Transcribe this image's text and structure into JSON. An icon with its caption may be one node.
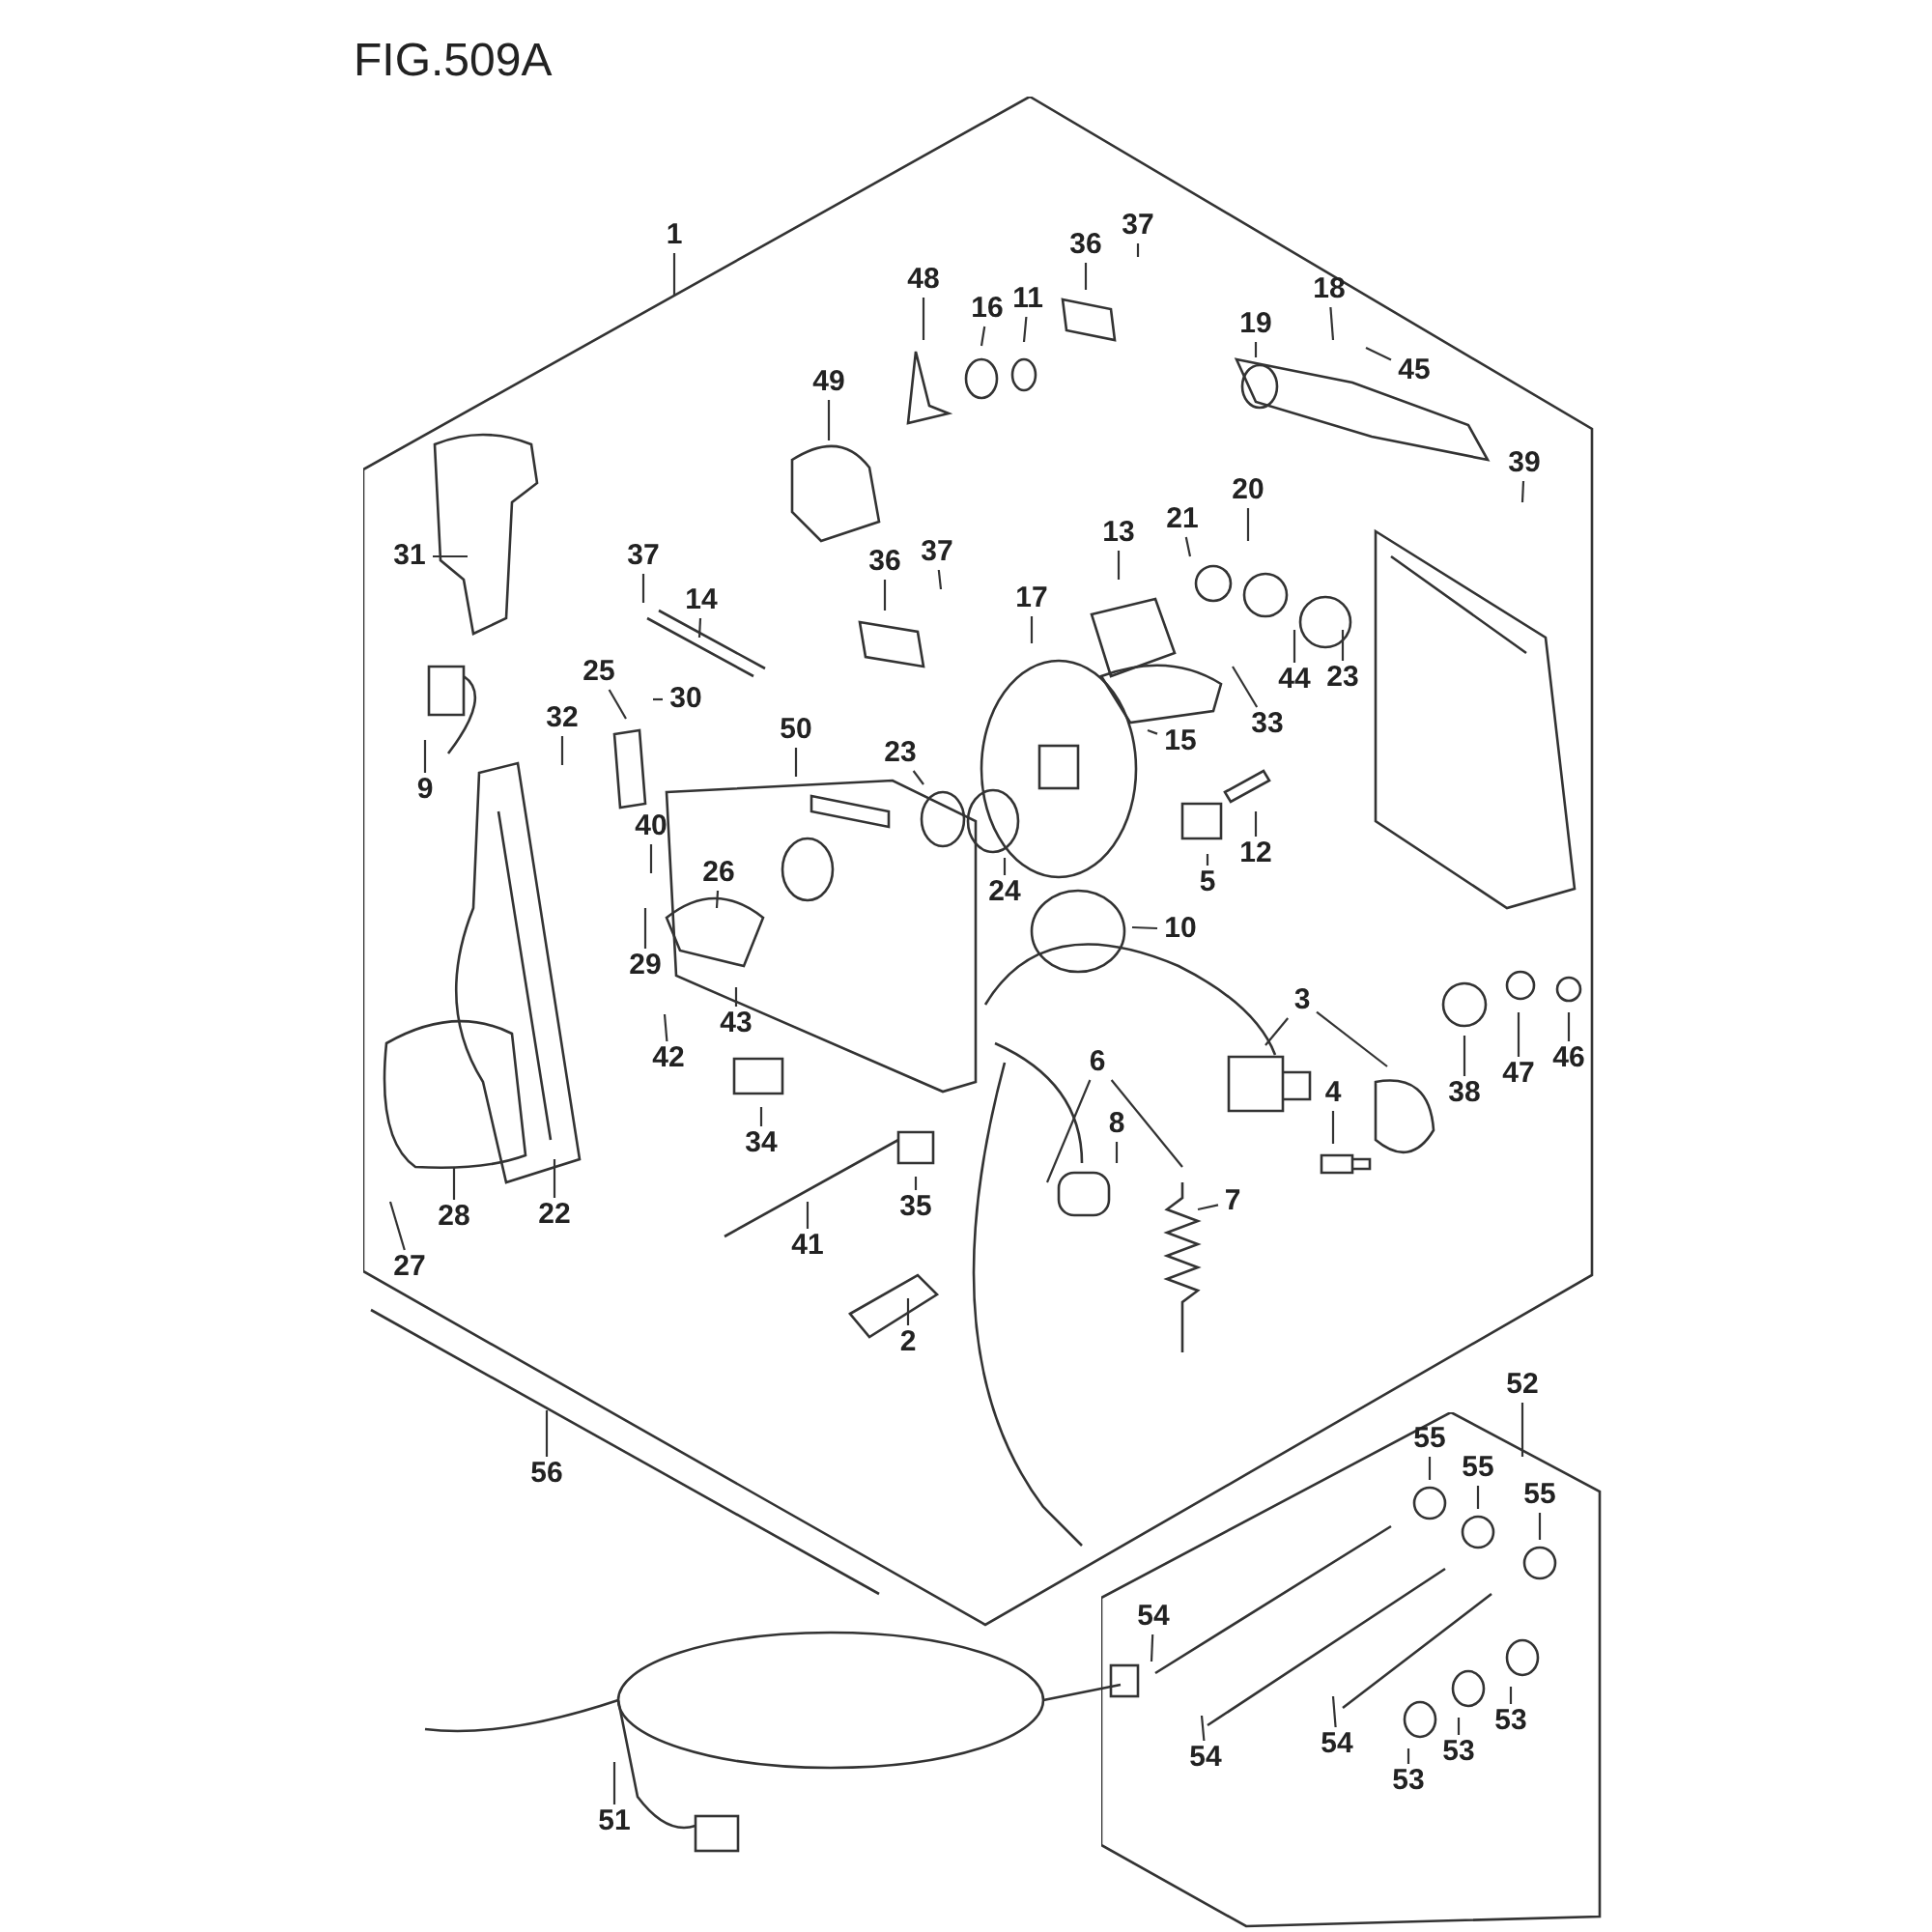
{
  "diagram": {
    "title": "FIG.509A",
    "nodes": [
      {
        "text": [],
        "shape": "hexagon"
      },
      {
        "text": [
          "1"
        ]
      },
      {
        "text": [
          "48"
        ],
        "in": 0
      },
      {
        "text": [
          "16"
        ],
        "in": 0
      },
      {
        "text": [
          "11"
        ],
        "in": 0
      },
      {
        "text": [
          "36"
        ],
        "in": 0
      },
      {
        "text": [
          "37"
        ],
        "in": 0
      },
      {
        "text": [
          "19"
        ],
        "in": 0
      },
      {
        "text": [
          "18"
        ],
        "in": 0
      },
      {
        "text": [
          "49"
        ],
        "in": 0
      },
      {
        "text": [
          "45"
        ],
        "in": 0
      },
      {
        "text": [
          "39"
        ],
        "in": 0
      },
      {
        "text": [
          "31"
        ],
        "in": 0
      },
      {
        "text": [
          "37"
        ],
        "in": 0
      },
      {
        "text": [
          "14"
        ],
        "in": 0
      },
      {
        "text": [
          "36"
        ],
        "in": 0
      },
      {
        "text": [
          "37"
        ],
        "in": 0
      },
      {
        "text": [
          "13"
        ],
        "in": 0
      },
      {
        "text": [
          "21"
        ],
        "in": 0
      },
      {
        "text": [
          "20"
        ],
        "in": 0
      },
      {
        "text": [
          "17"
        ],
        "in": 0
      },
      {
        "text": [
          "25"
        ],
        "in": 0
      },
      {
        "text": [
          "30"
        ],
        "in": 0
      },
      {
        "text": [
          "32"
        ],
        "in": 0
      },
      {
        "text": [
          "44"
        ],
        "in": 0
      },
      {
        "text": [
          "23"
        ],
        "in": 0
      },
      {
        "text": [
          "50"
        ],
        "in": 0
      },
      {
        "text": [
          "9"
        ],
        "in": 0
      },
      {
        "text": [
          "23"
        ],
        "in": 0
      },
      {
        "text": [
          "33"
        ],
        "in": 0
      },
      {
        "text": [
          "15"
        ],
        "in": 0
      },
      {
        "text": [
          "40"
        ],
        "in": 0
      },
      {
        "text": [
          "26"
        ],
        "in": 0
      },
      {
        "text": [
          "24"
        ],
        "in": 0
      },
      {
        "text": [
          "5"
        ],
        "in": 0
      },
      {
        "text": [
          "12"
        ],
        "in": 0
      },
      {
        "text": [
          "10"
        ],
        "in": 0
      },
      {
        "text": [
          "29"
        ],
        "in": 0
      },
      {
        "text": [
          "43"
        ],
        "in": 0
      },
      {
        "text": [
          "42"
        ],
        "in": 0
      },
      {
        "text": [
          "3"
        ],
        "in": 0
      },
      {
        "text": [
          "6"
        ],
        "in": 0
      },
      {
        "text": [
          "4"
        ],
        "in": 0
      },
      {
        "text": [
          "8"
        ],
        "in": 0
      },
      {
        "text": [
          "38"
        ],
        "in": 0
      },
      {
        "text": [
          "47"
        ],
        "in": 0
      },
      {
        "text": [
          "46"
        ],
        "in": 0
      },
      {
        "text": [
          "7"
        ],
        "in": 0
      },
      {
        "text": [
          "34"
        ],
        "in": 0
      },
      {
        "text": [
          "35"
        ],
        "in": 0
      },
      {
        "text": [
          "22"
        ],
        "in": 0
      },
      {
        "text": [
          "28"
        ],
        "in": 0
      },
      {
        "text": [
          "41"
        ],
        "in": 0
      },
      {
        "text": [
          "27"
        ],
        "in": 0
      },
      {
        "text": [
          "2"
        ],
        "in": 0
      },
      {
        "text": [
          "56"
        ]
      },
      {
        "text": [],
        "shape": "hexagon"
      },
      {
        "text": [
          "52"
        ]
      },
      {
        "text": [
          "55"
        ],
        "in": 56
      },
      {
        "text": [
          "55"
        ],
        "in": 56
      },
      {
        "text": [
          "55"
        ],
        "in": 56
      },
      {
        "text": [
          "54"
        ],
        "in": 56
      },
      {
        "text": [
          "53"
        ],
        "in": 56
      },
      {
        "text": [
          "54"
        ],
        "in": 56
      },
      {
        "text": [
          "53"
        ],
        "in": 56
      },
      {
        "text": [
          "54"
        ],
        "in": 56
      },
      {
        "text": [
          "53"
        ],
        "in": 56
      },
      {
        "text": [
          "51"
        ]
      }
    ],
    "edges": [
      {
        "from": 1,
        "to": 0,
        "arrow": "none"
      },
      {
        "from": 2,
        "to": null,
        "arrow": "none"
      },
      {
        "from": 3,
        "to": null,
        "arrow": "none"
      },
      {
        "from": 4,
        "to": null,
        "arrow": "none"
      },
      {
        "from": 5,
        "to": null,
        "arrow": "none"
      },
      {
        "from": 6,
        "to": null,
        "arrow": "none"
      },
      {
        "from": 7,
        "to": null,
        "arrow": "none"
      },
      {
        "from": 8,
        "to": null,
        "arrow": "none"
      },
      {
        "from": 9,
        "to": null,
        "arrow": "none"
      },
      {
        "from": 10,
        "to": null,
        "arrow": "none"
      },
      {
        "from": 11,
        "to": null,
        "arrow": "none"
      },
      {
        "from": 12,
        "to": null,
        "arrow": "none"
      },
      {
        "from": 13,
        "to": null,
        "arrow": "none"
      },
      {
        "from": 14,
        "to": null,
        "arrow": "none"
      },
      {
        "from": 15,
        "to": null,
        "arrow": "none"
      },
      {
        "from": 16,
        "to": null,
        "arrow": "none"
      },
      {
        "from": 17,
        "to": null,
        "arrow": "none"
      },
      {
        "from": 18,
        "to": null,
        "arrow": "none"
      },
      {
        "from": 19,
        "to": null,
        "arrow": "none"
      },
      {
        "from": 20,
        "to": null,
        "arrow": "none"
      },
      {
        "from": 21,
        "to": null,
        "arrow": "none"
      },
      {
        "from": 22,
        "to": null,
        "arrow": "none"
      },
      {
        "from": 23,
        "to": null,
        "arrow": "none"
      },
      {
        "from": 24,
        "to": null,
        "arrow": "none"
      },
      {
        "from": 25,
        "to": null,
        "arrow": "none"
      },
      {
        "from": 26,
        "to": null,
        "arrow": "none"
      },
      {
        "from": 27,
        "to": null,
        "arrow": "none"
      },
      {
        "from": 28,
        "to": null,
        "arrow": "none"
      },
      {
        "from": 29,
        "to": null,
        "arrow": "none"
      },
      {
        "from": 30,
        "to": null,
        "arrow": "none"
      },
      {
        "from": 31,
        "to": null,
        "arrow": "none"
      },
      {
        "from": 32,
        "to": null,
        "arrow": "none"
      },
      {
        "from": 33,
        "to": null,
        "arrow": "none"
      },
      {
        "from": 34,
        "to": null,
        "arrow": "none"
      },
      {
        "from": 35,
        "to": null,
        "arrow": "none"
      },
      {
        "from": 36,
        "to": null,
        "arrow": "none"
      },
      {
        "from": 37,
        "to": null,
        "arrow": "none"
      },
      {
        "from": 38,
        "to": null,
        "arrow": "none"
      },
      {
        "from": 39,
        "to": null,
        "arrow": "none"
      },
      {
        "from": 40,
        "to": null,
        "arrow": "none"
      },
      {
        "from": 40,
        "to": null,
        "arrow": "none"
      },
      {
        "from": 41,
        "to": null,
        "arrow": "none"
      },
      {
        "from": 41,
        "to": null,
        "arrow": "none"
      },
      {
        "from": 42,
        "to": null,
        "arrow": "none"
      },
      {
        "from": 43,
        "to": null,
        "arrow": "none"
      },
      {
        "from": 44,
        "to": null,
        "arrow": "none"
      },
      {
        "from": 45,
        "to": null,
        "arrow": "none"
      },
      {
        "from": 46,
        "to": null,
        "arrow": "none"
      },
      {
        "from": 47,
        "to": null,
        "arrow": "none"
      },
      {
        "from": 48,
        "to": null,
        "arrow": "none"
      },
      {
        "from": 49,
        "to": null,
        "arrow": "none"
      },
      {
        "from": 50,
        "to": null,
        "arrow": "none"
      },
      {
        "from": 51,
        "to": null,
        "arrow": "none"
      },
      {
        "from": 52,
        "to": null,
        "arrow": "none"
      },
      {
        "from": 53,
        "to": null,
        "arrow": "none"
      },
      {
        "from": 54,
        "to": null,
        "arrow": "none"
      },
      {
        "from": 55,
        "to": null,
        "arrow": "none"
      },
      {
        "from": 57,
        "to": 56,
        "arrow": "none"
      },
      {
        "from": 58,
        "to": null,
        "arrow": "none"
      },
      {
        "from": 59,
        "to": null,
        "arrow": "none"
      },
      {
        "from": 60,
        "to": null,
        "arrow": "none"
      },
      {
        "from": 61,
        "to": null,
        "arrow": "none"
      },
      {
        "from": 62,
        "to": null,
        "arrow": "none"
      },
      {
        "from": 63,
        "to": null,
        "arrow": "none"
      },
      {
        "from": 64,
        "to": null,
        "arrow": "none"
      },
      {
        "from": 65,
        "to": null,
        "arrow": "none"
      },
      {
        "from": 66,
        "to": null,
        "arrow": "none"
      },
      {
        "from": 67,
        "to": null,
        "arrow": "none"
      }
    ]
  }
}
